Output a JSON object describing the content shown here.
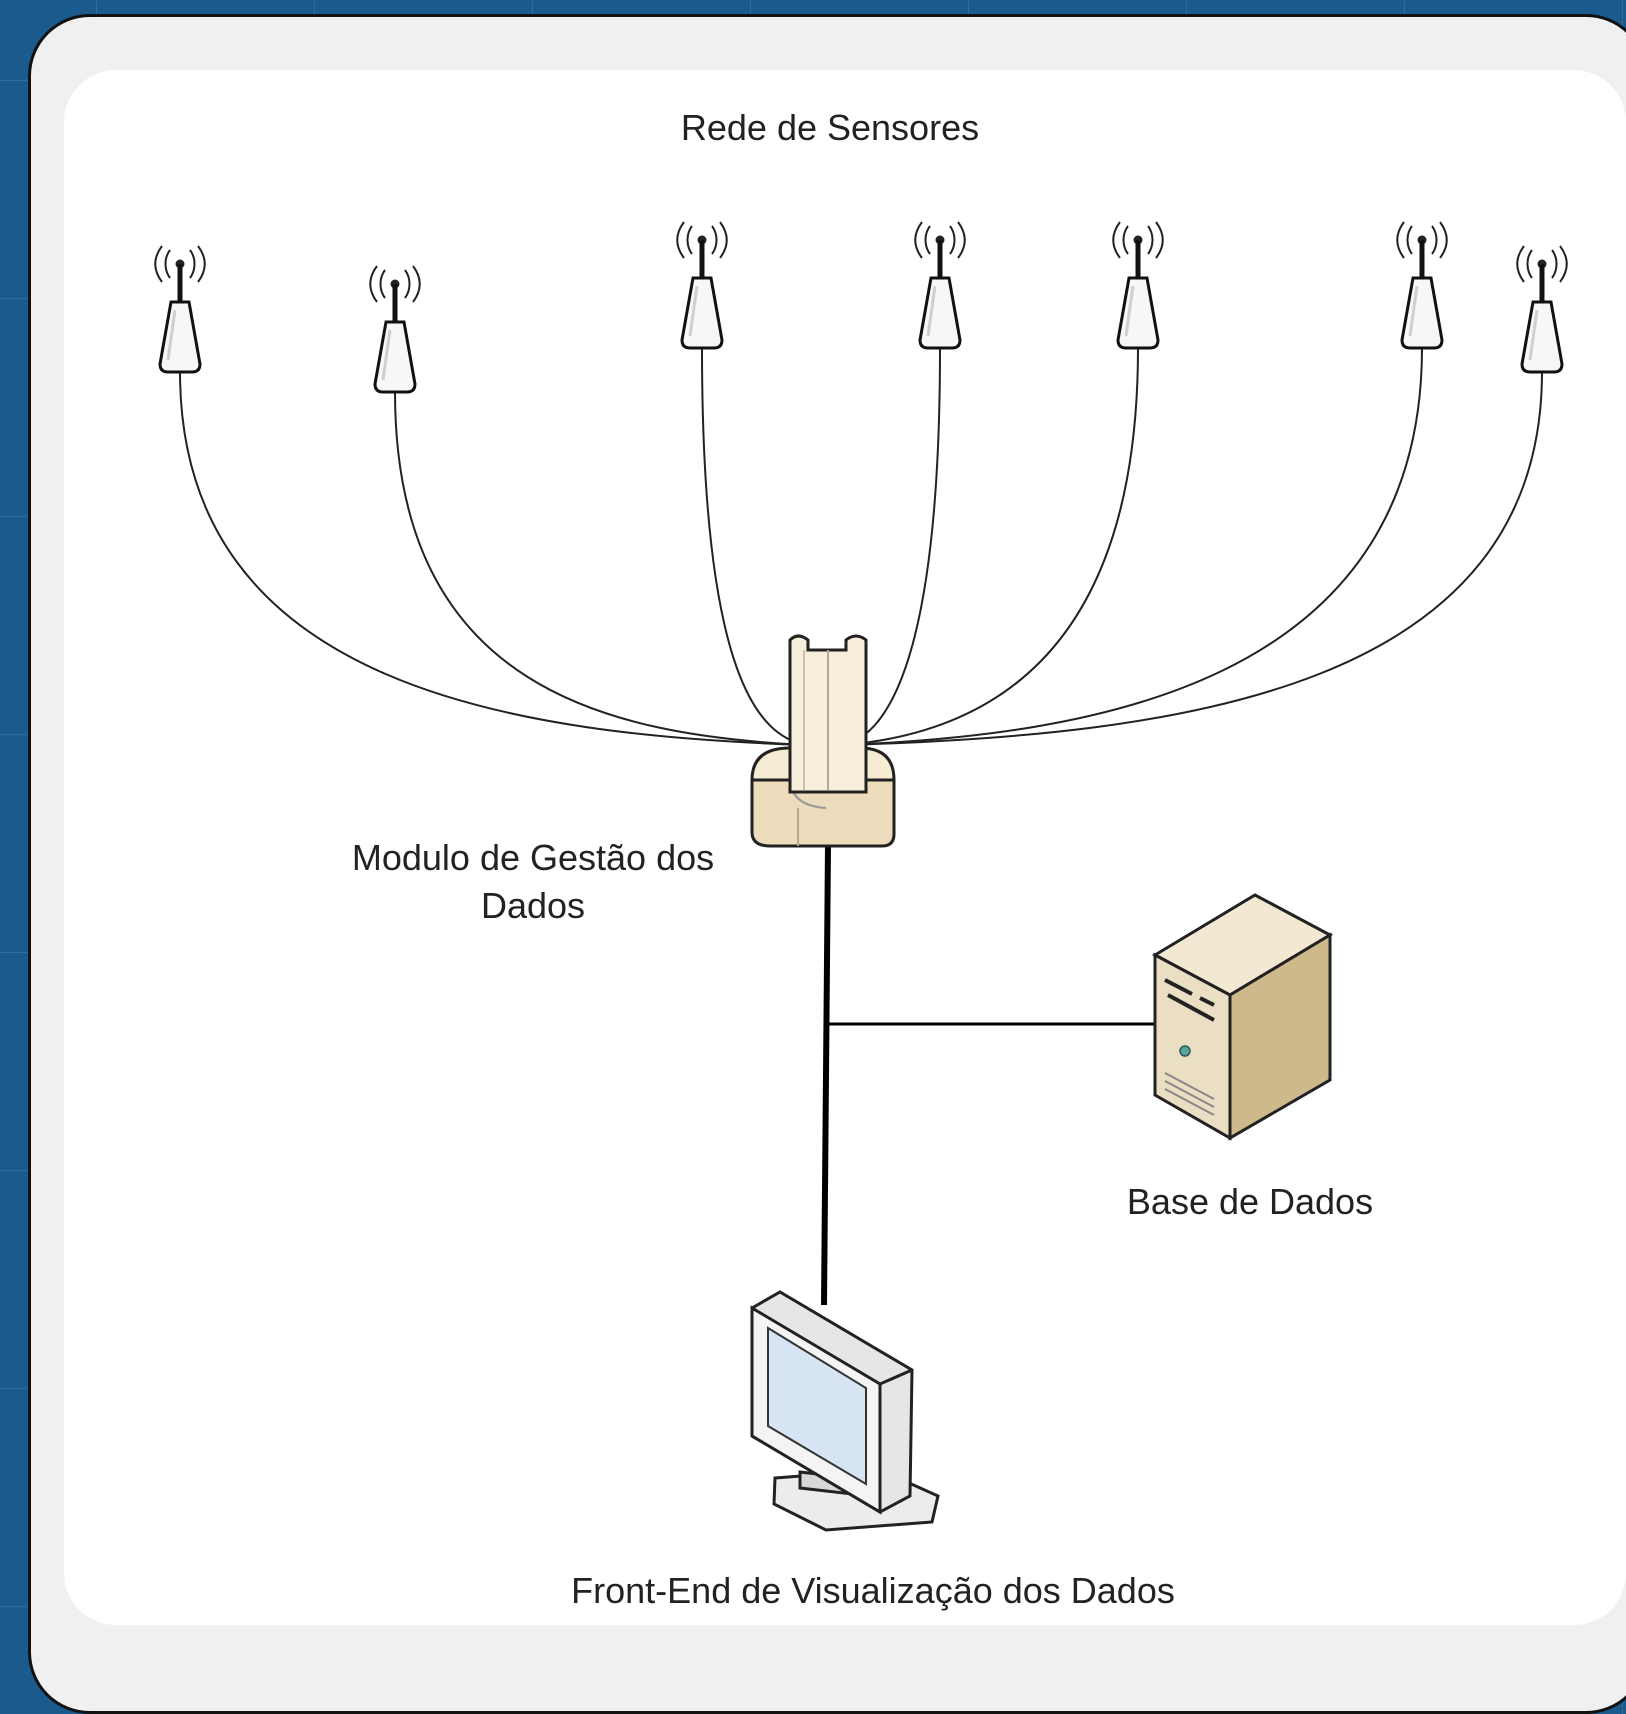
{
  "diagram": {
    "title": "Rede de Sensores",
    "hub_label": "Modulo de Gestão dos Dados",
    "database_label": "Base de Dados",
    "frontend_label": "Front-End de Visualização dos Dados",
    "sensor_icon": "wireless-antenna-icon",
    "hub_icon": "hub-device-icon",
    "database_icon": "server-tower-icon",
    "frontend_icon": "monitor-icon",
    "sensor_count": 7,
    "colors": {
      "background": "#1b5a8c",
      "canvas": "#ffffff",
      "device_tan": "#f1e4c8",
      "server_tan": "#e5d5b1",
      "screen": "#d7e4f4",
      "line": "#000000"
    }
  }
}
